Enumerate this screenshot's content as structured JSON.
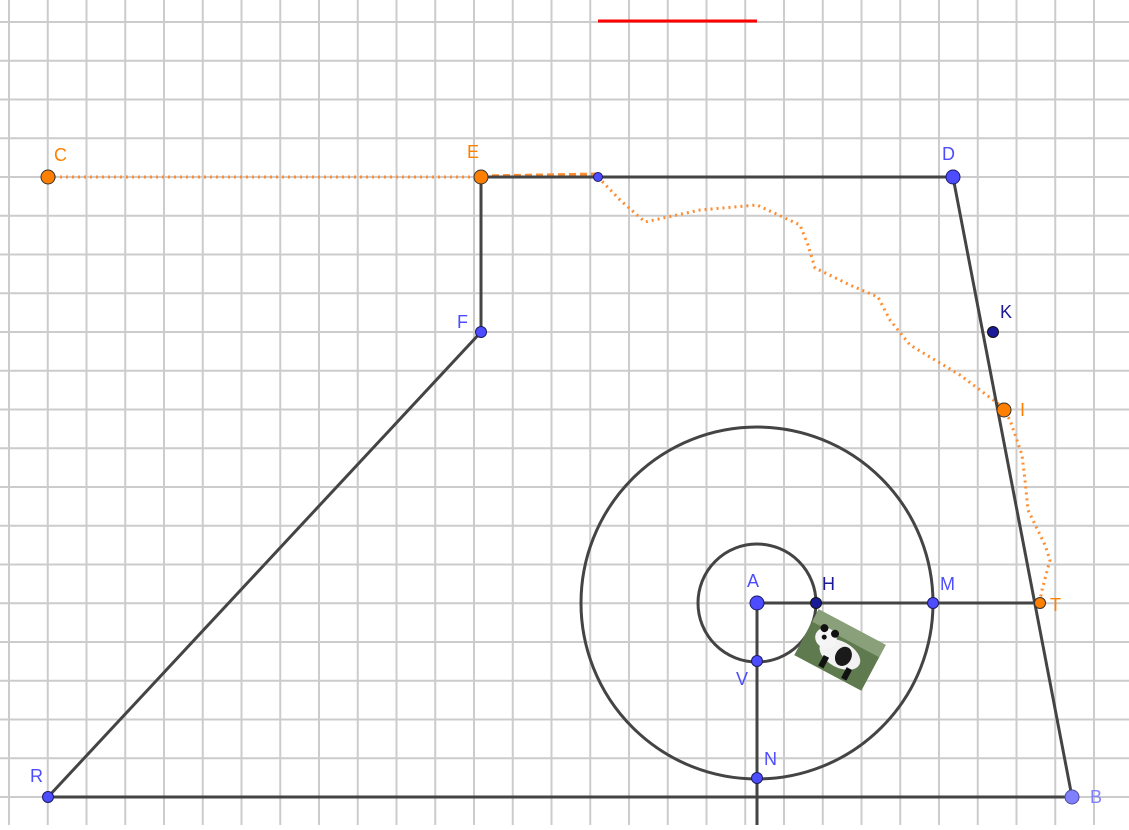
{
  "colors": {
    "background": "#ffffff",
    "grid": "#cccccc",
    "segment": "#444444",
    "circle": "#444444",
    "point_blue": "#4d4dff",
    "point_navy": "#1a1a99",
    "point_orange": "#ff8000",
    "point_lightblue": "#8080ff",
    "label_blue": "#4d4dff",
    "label_orange": "#ff8000",
    "label_lightblue": "#8080ff",
    "red_slider": "#ff0000",
    "trace_orange": "#ff8c2e"
  },
  "points": {
    "C": {
      "label": "C",
      "color": "label_orange"
    },
    "E": {
      "label": "E",
      "color": "label_orange"
    },
    "D": {
      "label": "D",
      "color": "label_blue"
    },
    "F": {
      "label": "F",
      "color": "label_blue"
    },
    "K": {
      "label": "K",
      "color": "label_blue"
    },
    "I": {
      "label": "I",
      "color": "label_orange"
    },
    "A": {
      "label": "A",
      "color": "label_blue"
    },
    "H": {
      "label": "H",
      "color": "label_blue"
    },
    "M": {
      "label": "M",
      "color": "label_blue"
    },
    "T": {
      "label": "T",
      "color": "label_orange"
    },
    "V": {
      "label": "V",
      "color": "label_blue"
    },
    "N": {
      "label": "N",
      "color": "label_blue"
    },
    "R": {
      "label": "R",
      "color": "label_blue"
    },
    "B": {
      "label": "B",
      "color": "label_lightblue"
    }
  },
  "icons": {
    "panda": "panda-image-icon"
  }
}
